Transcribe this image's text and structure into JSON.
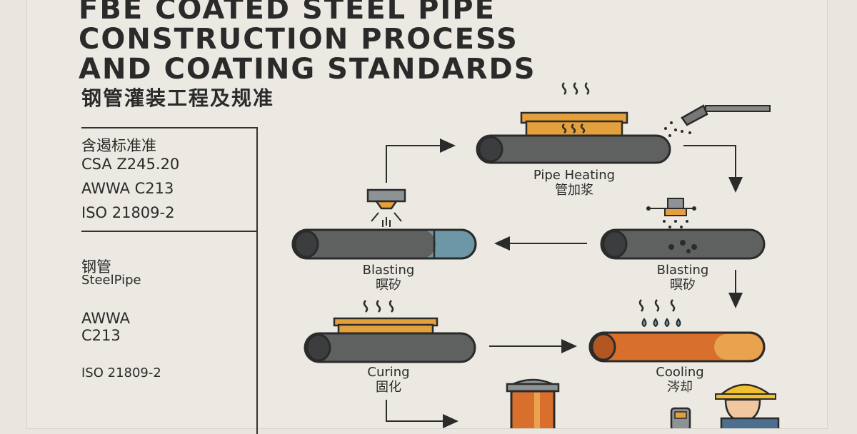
{
  "title": {
    "line1": "FBE COATED STEEL PIPE",
    "line2": "CONSTRUCTION PROCESS",
    "line3": "AND COATING STANDARDS"
  },
  "subtitle": "钢管灌装工程及规准",
  "sidebar": {
    "standards_heading": "含遏标准准",
    "standards": [
      "CSA Z245.20",
      "AWWA C213",
      "ISO 21809-2"
    ],
    "material_zh": "钢管",
    "material_en": "SteelPipe",
    "awwa_line1": "AWWA",
    "awwa_line2": "C213",
    "iso": "ISO 21809-2"
  },
  "steps": {
    "pipe_heating": {
      "en": "Pipe Heating",
      "zh": "管加浆"
    },
    "blasting_left": {
      "en": "Blasting",
      "zh": "暝矽"
    },
    "blasting_right": {
      "en": "Blasting",
      "zh": "暝矽"
    },
    "curing": {
      "en": "Curing",
      "zh": "固化"
    },
    "cooling": {
      "en": "Cooling",
      "zh": "涔却"
    }
  },
  "colors": {
    "pipe_gray": "#5f6060",
    "pipe_blue_end": "#6d97a6",
    "pipe_orange": "#d96f2d",
    "heater": "#e4a03c",
    "outline": "#2b2b2b"
  }
}
